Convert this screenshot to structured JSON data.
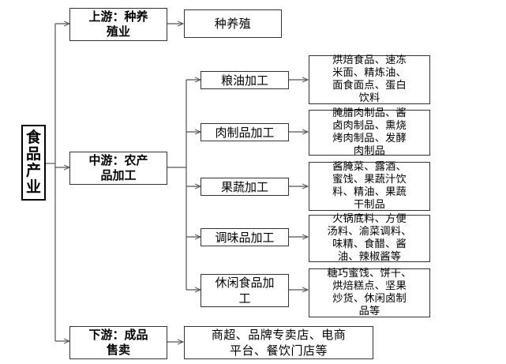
{
  "root": "食\n品\n产\n业",
  "upstream": {
    "stage": "上游：种养\n殖业",
    "detail": "种养殖"
  },
  "midstream": {
    "stage": "中游：农产\n品加工",
    "branches": [
      {
        "process": "粮油加工",
        "products": "烘焙食品、速冻\n米面、精炼油、\n面食面点、蛋白\n饮料"
      },
      {
        "process": "肉制品加工",
        "products": "腌腊肉制品、酱\n卤肉制品、熏烧\n烤肉制品、发酵\n肉制品"
      },
      {
        "process": "果蔬加工",
        "products": "酱腌菜、露酒、\n蜜饯、果蔬汁饮\n料、精油、果蔬\n干制品"
      },
      {
        "process": "调味品加工",
        "products": "火锅底料、方便\n汤料、渝菜调料、\n味精、食醋、酱\n油、辣椒酱等"
      },
      {
        "process": "休闲食品加\n工",
        "products": "糖巧蜜饯、饼干、\n烘焙糕点、坚果\n炒货、休闲卤制\n品等"
      }
    ]
  },
  "downstream": {
    "stage": "下游：成品\n售卖",
    "detail": "商超、品牌专卖店、电商\n平台、餐饮门店等"
  }
}
